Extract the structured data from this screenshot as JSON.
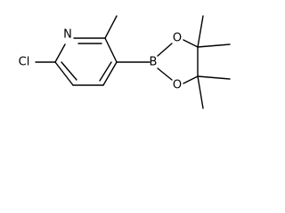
{
  "molecule": {
    "atoms": {
      "n1": "N",
      "cl": "Cl",
      "b": "B",
      "o1": "O",
      "o2": "O"
    }
  },
  "colors": {
    "bond": "#000000",
    "label": "#000000",
    "background": "#ffffff"
  }
}
